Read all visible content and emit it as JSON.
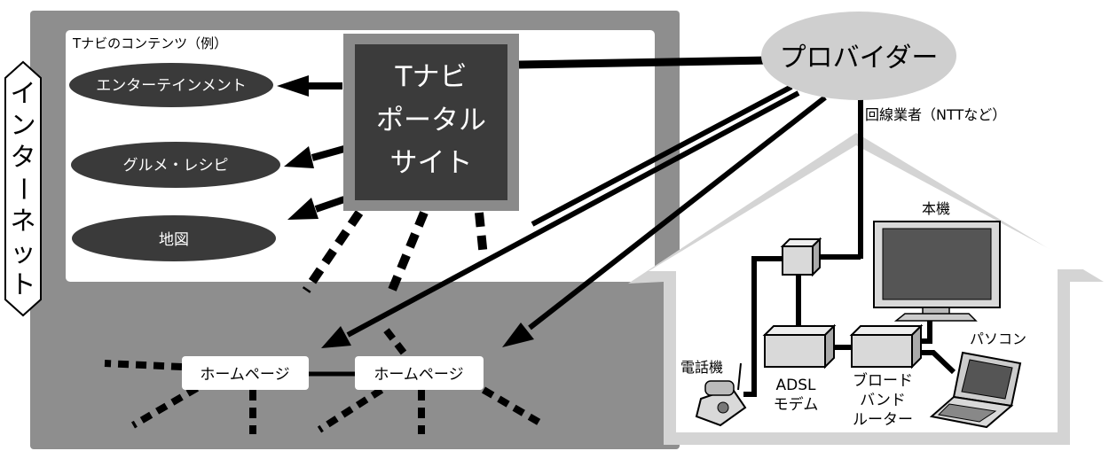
{
  "internet": {
    "side_label_chars": [
      "イ",
      "ン",
      "タ",
      "ー",
      "ネ",
      "ッ",
      "ト"
    ]
  },
  "contents_box": {
    "title": "Tナビのコンテンツ（例）",
    "items": [
      "エンターテインメント",
      "グルメ・レシピ",
      "地図"
    ]
  },
  "portal": {
    "lines": [
      "Tナビ",
      "ポータル",
      "サイト"
    ]
  },
  "provider": {
    "label": "プロバイダー"
  },
  "carrier": {
    "label": "回線業者（NTTなど）"
  },
  "homepages": {
    "labels": [
      "ホームページ",
      "ホームページ"
    ]
  },
  "home": {
    "tv_label": "本機",
    "pc_label": "パソコン",
    "phone_label": "電話機",
    "modem_lines": [
      "ADSL",
      "モデム"
    ],
    "router_lines": [
      "ブロード",
      "バンド",
      "ルーター"
    ]
  },
  "colors": {
    "internet_bg": "#8e8e8e",
    "content_white": "#ffffff",
    "portal_outer": "#8a8a8a",
    "portal_inner": "#3b3b3b",
    "ellipse_dark": "#3a3a3a",
    "provider_fill": "#cfcfcf",
    "house_fill": "#d4d4d4",
    "house_inner": "#ffffff",
    "device_fill": "#d9d9d9",
    "line": "#000000"
  }
}
